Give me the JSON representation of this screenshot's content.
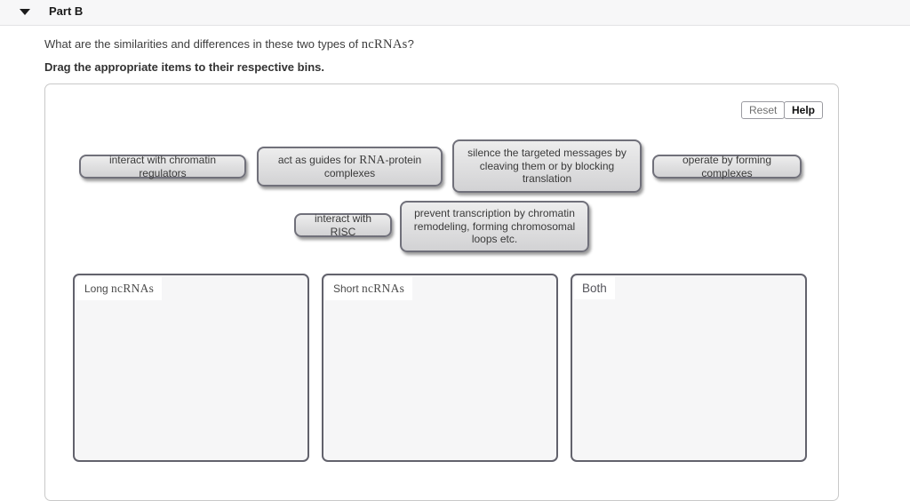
{
  "header": {
    "part_label": "Part B"
  },
  "question": {
    "prefix": "What are the similarities and differences in these two types of ",
    "term": "ncRNAs",
    "suffix": "?"
  },
  "instruction": "Drag the appropriate items to their respective bins.",
  "toolbar": {
    "reset_label": "Reset",
    "help_label": "Help"
  },
  "items": [
    {
      "label": "interact with chromatin regulators"
    },
    {
      "prefix": "act as guides for ",
      "term": "RNA",
      "suffix": "-protein complexes"
    },
    {
      "label": "silence the targeted messages by cleaving them or by blocking translation"
    },
    {
      "label": "operate by forming complexes"
    },
    {
      "label": "interact with RISC"
    },
    {
      "label": "prevent transcription by chromatin remodeling, forming chromosomal loops etc."
    }
  ],
  "bins": [
    {
      "prefix": "Long ",
      "term": "ncRNAs"
    },
    {
      "prefix": "Short ",
      "term": "ncRNAs"
    },
    {
      "label": "Both"
    }
  ],
  "colors": {
    "header_bar_bg": "#f7f7f8",
    "item_bg_top": "#ededed",
    "item_bg_bottom": "#d2d2d4",
    "item_border": "#70707a",
    "bin_bg": "#f6f6f7",
    "bin_border": "#62626c",
    "panel_border": "#c9c9c9"
  }
}
